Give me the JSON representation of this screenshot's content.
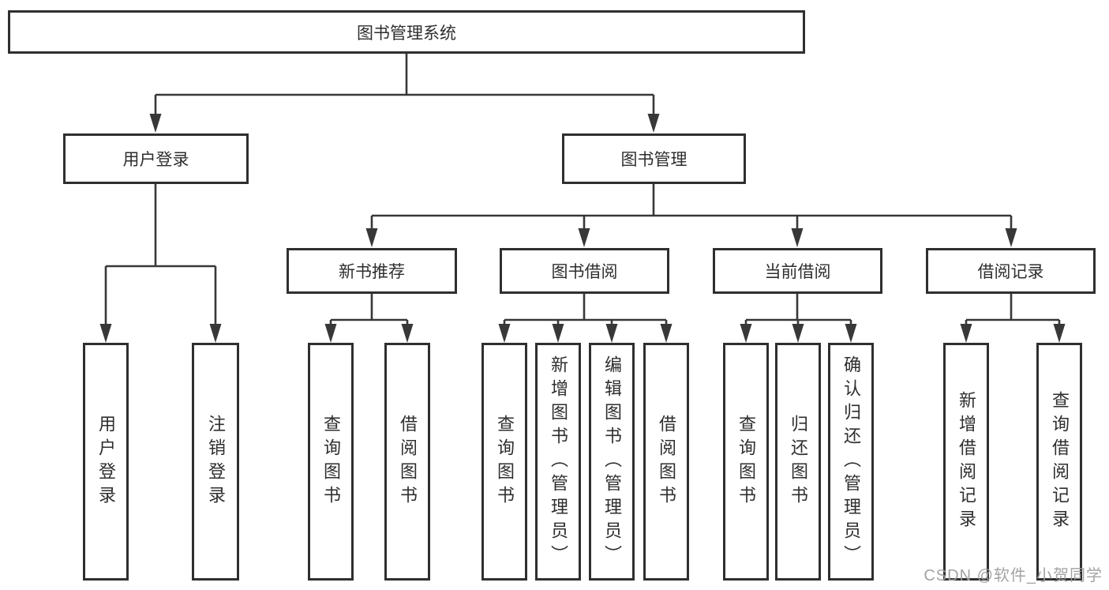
{
  "diagram": {
    "root": "图书管理系统",
    "branches": [
      {
        "label": "用户登录",
        "children": [
          "用户登录",
          "注销登录"
        ]
      },
      {
        "label": "图书管理",
        "children": [
          {
            "label": "新书推荐",
            "children": [
              "查询图书",
              "借阅图书"
            ]
          },
          {
            "label": "图书借阅",
            "children": [
              "查询图书",
              "新增图书（管理员）",
              "编辑图书（管理员）",
              "借阅图书"
            ]
          },
          {
            "label": "当前借阅",
            "children": [
              "查询图书",
              "归还图书",
              "确认归还（管理员）"
            ]
          },
          {
            "label": "借阅记录",
            "children": [
              "新增借阅记录",
              "查询借阅记录"
            ]
          }
        ]
      }
    ]
  },
  "colors": {
    "line": "#383838",
    "border": "#2f2f2f",
    "text": "#2e2e2e",
    "watermark": "#9e9e9e"
  },
  "watermark": "CSDN @软件_小贺同学"
}
